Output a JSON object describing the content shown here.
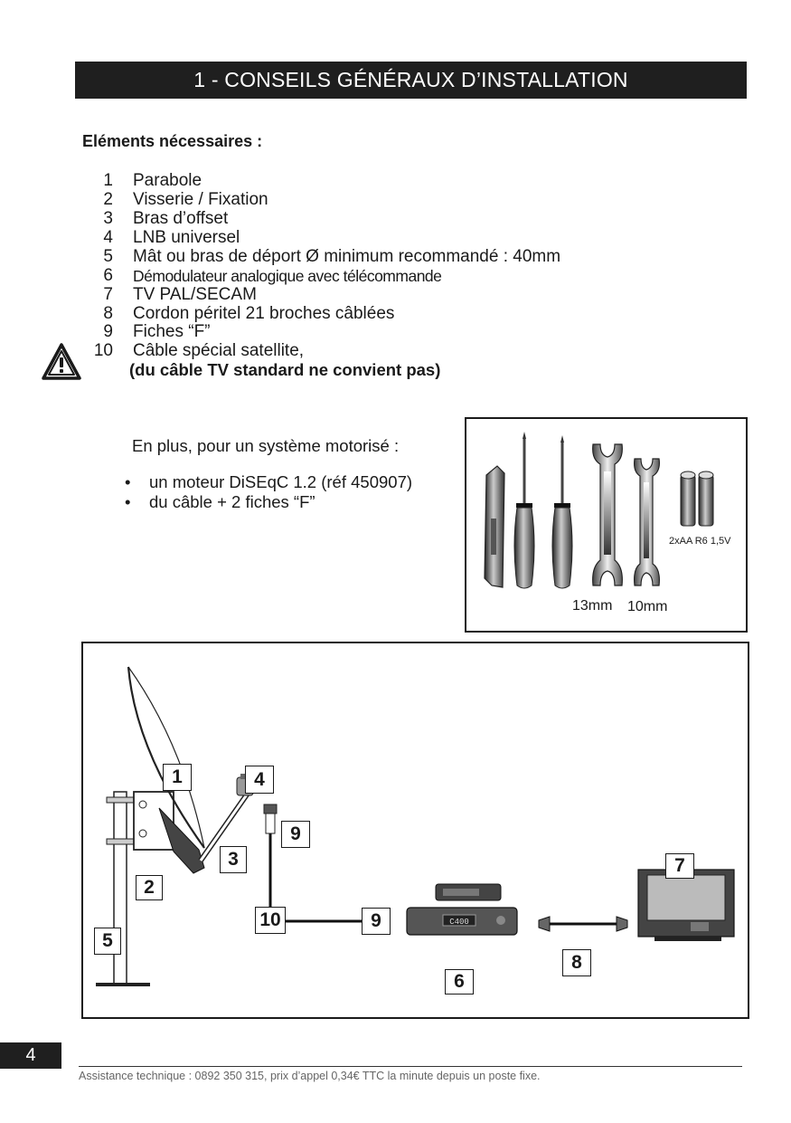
{
  "header": {
    "title": "1 - CONSEILS GÉNÉRAUX D’INSTALLATION"
  },
  "required": {
    "heading": "Eléments nécessaires :",
    "items": [
      {
        "num": "1",
        "label": "Parabole"
      },
      {
        "num": "2",
        "label": "Visserie / Fixation"
      },
      {
        "num": "3",
        "label": "Bras d’offset"
      },
      {
        "num": "4",
        "label": "LNB universel"
      },
      {
        "num": "5",
        "label": "Mât ou bras de déport Ø minimum recommandé : 40mm"
      },
      {
        "num": "6",
        "label": "Démodulateur analogique avec télécommande"
      },
      {
        "num": "7",
        "label": "TV PAL/SECAM"
      },
      {
        "num": "8",
        "label": "Cordon péritel 21 broches câblées"
      },
      {
        "num": "9",
        "label": "Fiches “F”"
      },
      {
        "num": "10",
        "label": "Câble spécial satellite,"
      }
    ],
    "item_10_note": "(du câble TV standard ne convient pas)",
    "warning_icon": "warning-triangle-icon"
  },
  "motorized": {
    "intro": "En plus, pour un système motorisé :",
    "bullets": [
      "un moteur DiSEqC 1.2 (réf 450907)",
      "du câble + 2 fiches “F”"
    ]
  },
  "tools": {
    "battery_label": "2xAA R6 1,5V",
    "wrench_13": "13mm",
    "wrench_10": "10mm"
  },
  "diagram": {
    "labels": [
      "1",
      "2",
      "3",
      "4",
      "5",
      "6",
      "7",
      "8",
      "9",
      "9",
      "10"
    ],
    "receiver_display": "C400"
  },
  "footer": {
    "page_number": "4",
    "text": "Assistance technique : 0892 350 315, prix d’appel 0,34€ TTC la minute depuis un poste fixe."
  }
}
